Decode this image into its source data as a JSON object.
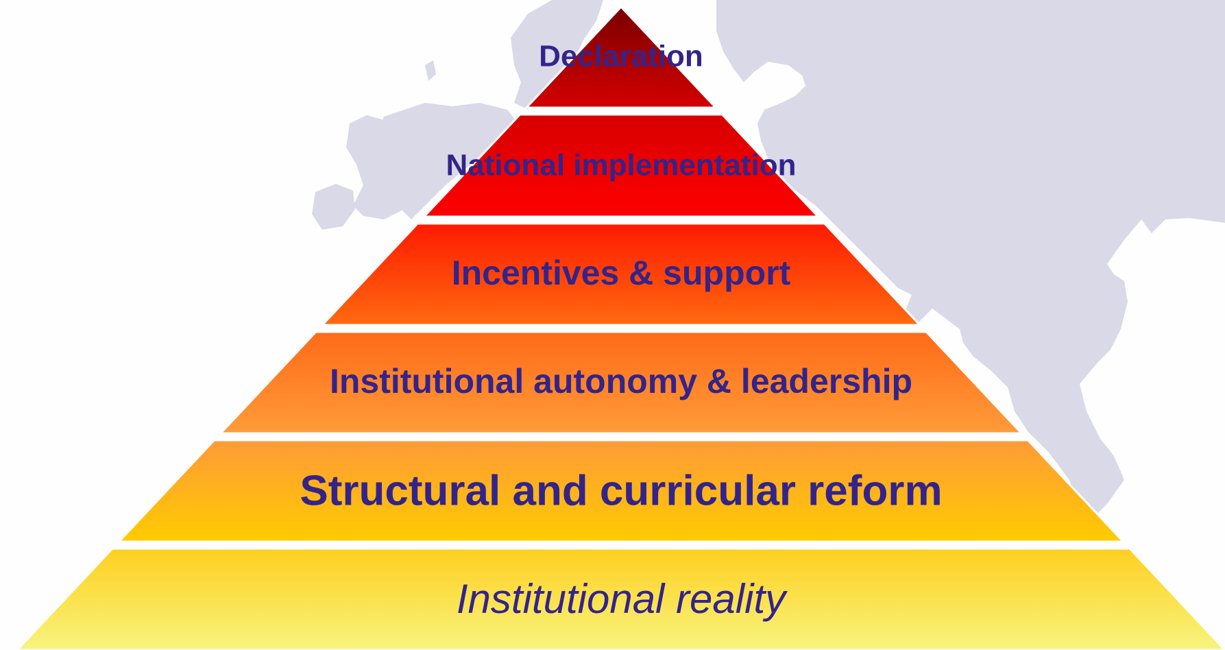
{
  "diagram": {
    "type": "pyramid",
    "tiers_top_to_bottom": [
      {
        "label": "Declaration"
      },
      {
        "label": "National implementation"
      },
      {
        "label": "Incentives & support"
      },
      {
        "label": "Institutional autonomy & leadership"
      },
      {
        "label": "Structural and curricular reform"
      },
      {
        "label": "Institutional reality"
      }
    ]
  },
  "colors": {
    "text": "#33248a",
    "map_land": "#d9d9e8",
    "tier_top": "#8b0000",
    "tier_red": "#ff0000",
    "tier_orange": "#ff6a1a",
    "tier_amber": "#fdbf12",
    "tier_yellow": "#f7f27a",
    "separator": "#ffffff"
  }
}
